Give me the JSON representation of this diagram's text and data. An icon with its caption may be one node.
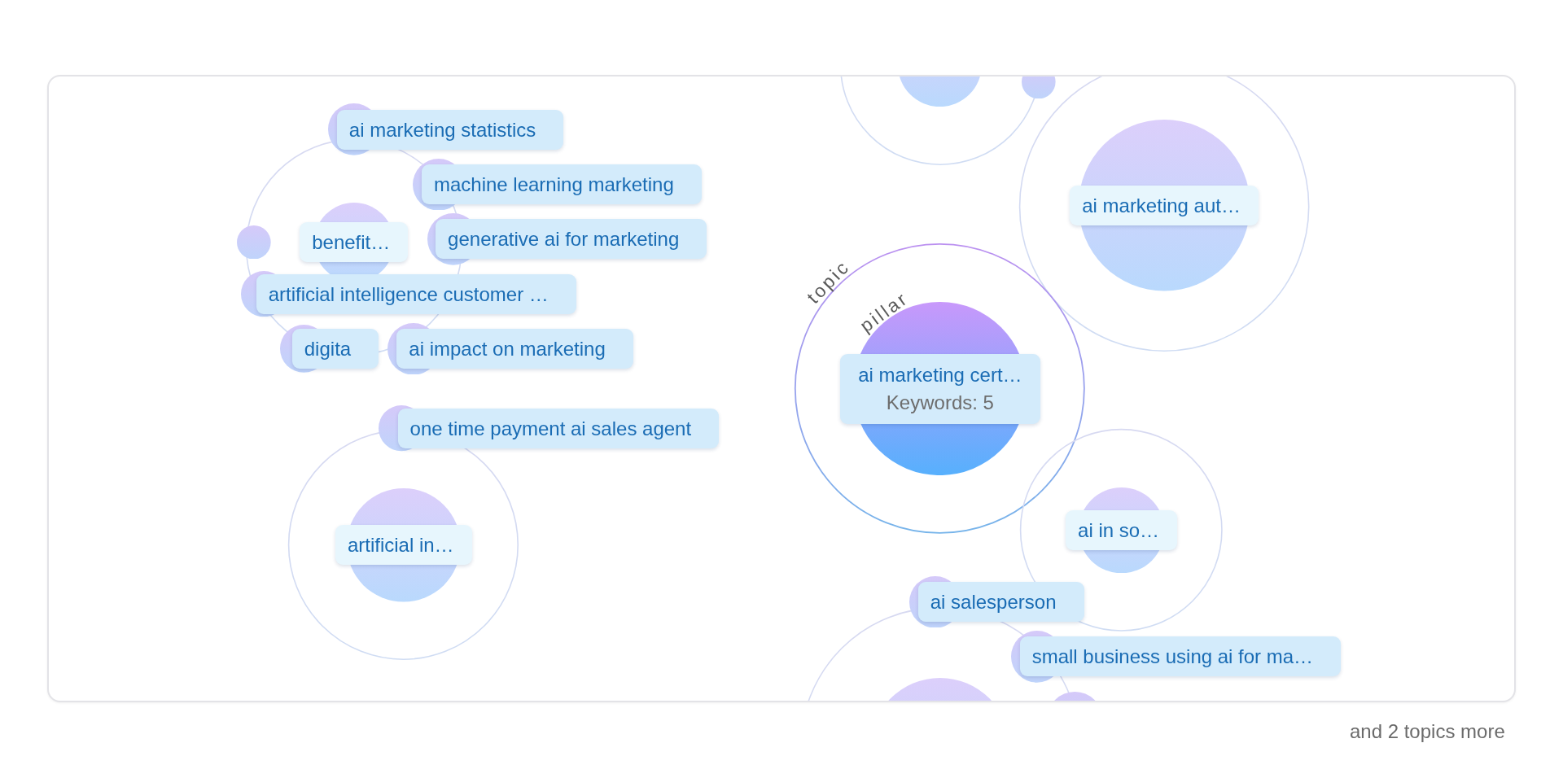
{
  "diagram": {
    "nodes": [
      {
        "text": [],
        "shape": "circle"
      },
      {
        "text": [
          "benefit…"
        ],
        "in": 0
      },
      {
        "text": [],
        "shape": "circle"
      },
      {
        "text": [
          "ai marketing statistics"
        ]
      },
      {
        "text": [
          "machine learning marketing"
        ]
      },
      {
        "text": [
          "generative ai for marketing"
        ]
      },
      {
        "text": [
          "artificial intelligence customer …"
        ]
      },
      {
        "text": [
          "digita"
        ]
      },
      {
        "text": [
          "ai impact on marketing"
        ]
      },
      {
        "text": [],
        "shape": "circle"
      },
      {
        "text": [],
        "shape": "circle",
        "in": 9
      },
      {
        "text": [],
        "shape": "circle"
      },
      {
        "text": [],
        "shape": "circle"
      },
      {
        "text": [
          "ai marketing aut…"
        ],
        "in": 12
      },
      {
        "text": [
          "topic"
        ]
      },
      {
        "text": [
          "pillar",
          "ai marketing cert…",
          "Keywords: 5"
        ],
        "in": 14
      },
      {
        "text": [
          "one time payment ai sales agent"
        ]
      },
      {
        "text": [],
        "shape": "circle"
      },
      {
        "text": [
          "artificial in…"
        ],
        "in": 17
      },
      {
        "text": [],
        "shape": "circle"
      },
      {
        "text": [
          "ai in so…"
        ],
        "in": 19
      },
      {
        "text": [
          "ai salesperson"
        ]
      },
      {
        "text": [
          "small business using ai for ma…"
        ]
      },
      {
        "text": [],
        "shape": "circle"
      },
      {
        "text": [],
        "shape": "circle",
        "in": 23
      },
      {
        "text": [],
        "shape": "circle"
      }
    ],
    "labels": [
      "and 2 topics more"
    ]
  }
}
